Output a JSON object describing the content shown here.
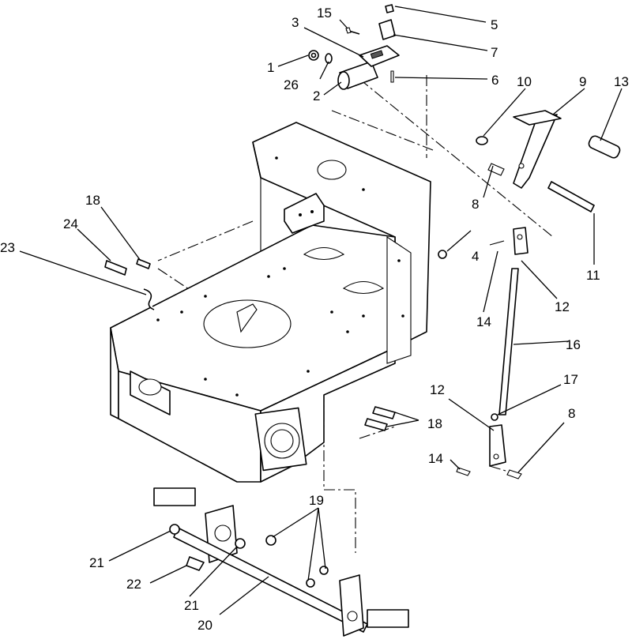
{
  "callouts": {
    "c1": "1",
    "c2": "2",
    "c3": "3",
    "c4": "4",
    "c5": "5",
    "c6": "6",
    "c7": "7",
    "c8a": "8",
    "c8b": "8",
    "c9": "9",
    "c10": "10",
    "c11": "11",
    "c12a": "12",
    "c12b": "12",
    "c13": "13",
    "c14a": "14",
    "c14b": "14",
    "c15": "15",
    "c16": "16",
    "c17": "17",
    "c18a": "18",
    "c18b": "18",
    "c19": "19",
    "c20": "20",
    "c21a": "21",
    "c21b": "21",
    "c22": "22",
    "c23": "23",
    "c24": "24",
    "c26": "26"
  }
}
